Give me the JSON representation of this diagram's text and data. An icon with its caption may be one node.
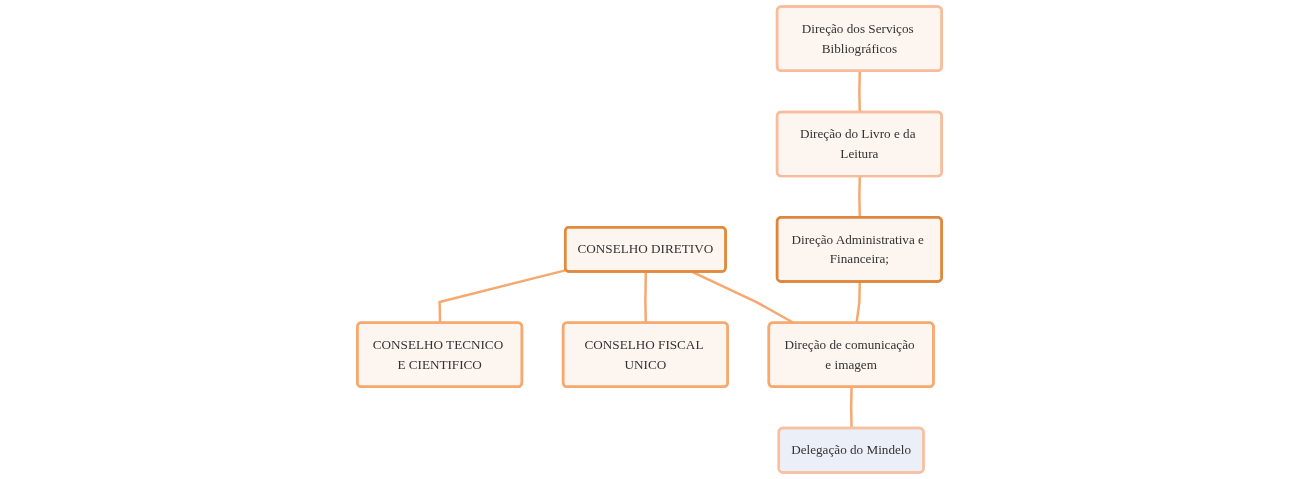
{
  "diagram": {
    "nodes": [
      {
        "text": [
          "CONSELHO DIRETIVO"
        ]
      },
      {
        "text": [
          "CONSELHO TECNICO E CIENTIFICO"
        ]
      },
      {
        "text": [
          "CONSELHO FISCAL UNICO"
        ]
      },
      {
        "text": [
          "Direção dos Serviços Bibliográficos"
        ]
      },
      {
        "text": [
          "Direção do Livro e da Leitura"
        ]
      },
      {
        "text": [
          "Direção Administrativa e Financeira;"
        ]
      },
      {
        "text": [
          "Direção de comunicação e imagem"
        ]
      },
      {
        "text": [
          "Delegação do Mindelo"
        ]
      }
    ],
    "edges": [
      {
        "from": 0,
        "to": 1,
        "arrow": "none"
      },
      {
        "from": 0,
        "to": 2,
        "arrow": "none"
      },
      {
        "from": 0,
        "to": 6,
        "arrow": "none"
      },
      {
        "from": 3,
        "to": 4,
        "arrow": "none"
      },
      {
        "from": 4,
        "to": 5,
        "arrow": "none"
      },
      {
        "from": 5,
        "to": 6,
        "arrow": "none"
      },
      {
        "from": 6,
        "to": 7,
        "arrow": "none"
      }
    ]
  }
}
